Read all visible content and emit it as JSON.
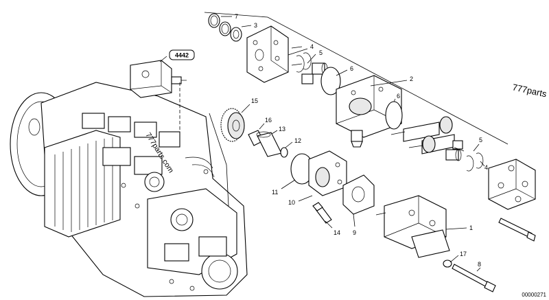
{
  "reference_box": "4442",
  "watermarks": {
    "diagonal": "777parts.com",
    "right_edge": "777parts"
  },
  "drawing_code": "00000271",
  "part_labels": {
    "p1": "1",
    "p2": "2",
    "p3": "3",
    "p4a": "4",
    "p4b": "4",
    "p5a": "5",
    "p5b": "5",
    "p6a": "6",
    "p6b": "6",
    "p7": "7",
    "p8": "8",
    "p9": "9",
    "p10": "10",
    "p11": "11",
    "p12": "12",
    "p13": "13",
    "p14": "14",
    "p15": "15",
    "p16": "16",
    "p17": "17"
  }
}
